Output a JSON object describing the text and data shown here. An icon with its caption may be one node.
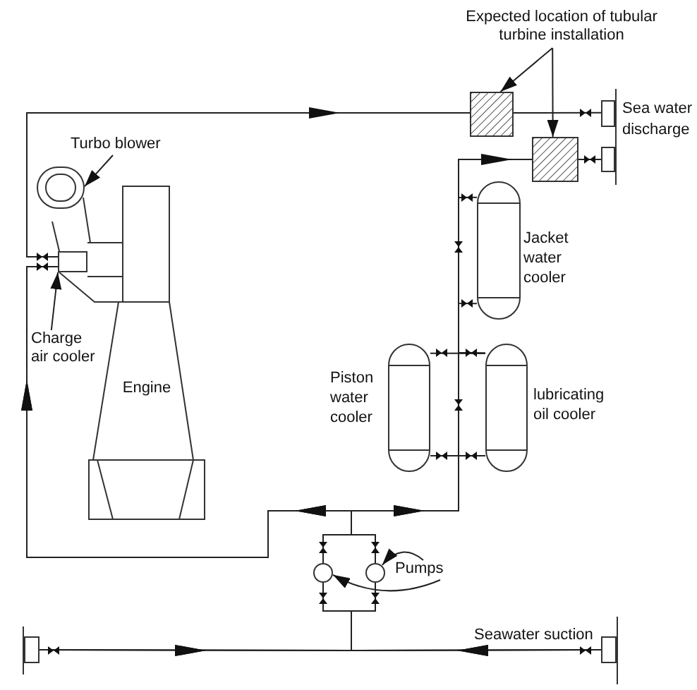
{
  "diagram": {
    "nodes": [
      {
        "text": [
          "Expected location of tubular turbine installation"
        ]
      },
      {
        "text": [],
        "shape": "box"
      },
      {
        "text": [],
        "shape": "box"
      },
      {
        "text": [
          "Turbo blower"
        ]
      },
      {
        "text": [],
        "shape": "circle"
      },
      {
        "text": [
          "Charge air cooler"
        ]
      },
      {
        "text": [],
        "shape": "box"
      },
      {
        "text": [
          "Engine"
        ]
      },
      {
        "text": [],
        "shape": "cylinder",
        "beside": [
          "Jacket water cooler"
        ]
      },
      {
        "text": [],
        "shape": "cylinder",
        "beside": [
          "Piston water cooler"
        ]
      },
      {
        "text": [],
        "shape": "cylinder",
        "beside": [
          "lubricating oil cooler"
        ]
      },
      {
        "text": [
          "Pumps"
        ]
      },
      {
        "text": [],
        "shape": "circle"
      },
      {
        "text": [],
        "shape": "circle"
      },
      {
        "text": [],
        "shape": "box"
      },
      {
        "text": [],
        "shape": "box"
      },
      {
        "text": [],
        "shape": "box"
      },
      {
        "text": [],
        "shape": "box"
      }
    ],
    "edges": [
      {
        "from": 0,
        "to": 1,
        "arrow": "to"
      },
      {
        "from": 0,
        "to": 2,
        "arrow": "to"
      },
      {
        "from": 3,
        "to": 4,
        "arrow": "to"
      },
      {
        "from": 5,
        "to": 6,
        "arrow": "to"
      },
      {
        "from": 11,
        "to": 13,
        "arrow": "to"
      },
      {
        "from": 11,
        "to": 12,
        "arrow": "to"
      },
      {
        "from": 6,
        "to": 1,
        "arrow": "to"
      },
      {
        "from": 1,
        "to": 14,
        "arrow": "none"
      },
      {
        "from": 2,
        "to": 15,
        "arrow": "none"
      },
      {
        "from": 12,
        "to": 6,
        "arrow": "to"
      },
      {
        "from": 13,
        "to": 6,
        "arrow": "to"
      },
      {
        "from": 12,
        "to": 10,
        "arrow": "to"
      },
      {
        "from": 13,
        "to": 10,
        "arrow": "to"
      },
      {
        "from": 16,
        "to": 12,
        "arrow": "to"
      },
      {
        "from": 16,
        "to": 13,
        "arrow": "to"
      },
      {
        "from": 17,
        "to": 12,
        "arrow": "to"
      },
      {
        "from": 17,
        "to": 13,
        "arrow": "to"
      },
      {
        "from": 9,
        "to": 10,
        "arrow": "none"
      },
      {
        "from": 9,
        "to": 10,
        "arrow": "none"
      },
      {
        "from": 8,
        "to": 2,
        "arrow": "to"
      },
      {
        "from": 8,
        "to": 10,
        "arrow": "none"
      }
    ],
    "labels": [
      "Sea water discharge",
      "Seawater suction"
    ]
  }
}
